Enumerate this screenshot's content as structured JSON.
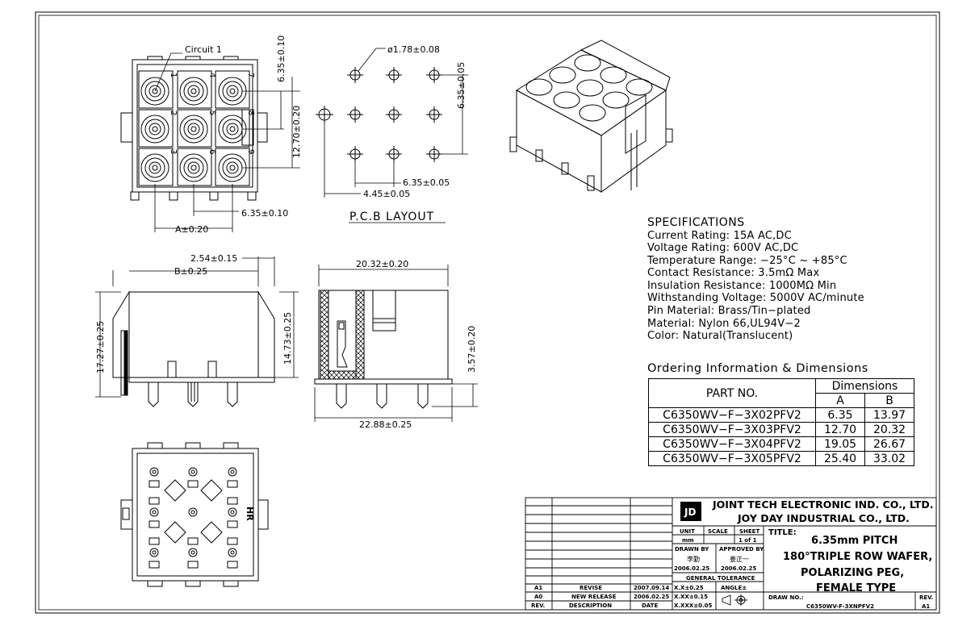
{
  "front_view": {
    "circuit_label": "Circuit 1",
    "pin_numbers": [
      "1",
      "2",
      "3",
      "4",
      "5",
      "6",
      "7",
      "8",
      "9"
    ],
    "dim_top": "6.35±0.10",
    "dim_right": "12.70±0.20",
    "dim_bottom": "6.35±0.10",
    "dim_a": "A±0.20"
  },
  "pcb_layout": {
    "hole": "ø1.78±0.08",
    "dim_vertical": "6.35±0.05",
    "dim_horizontal": "6.35±0.05",
    "dim_offset": "4.45±0.05",
    "caption": "P.C.B LAYOUT"
  },
  "side_view": {
    "dim_peg": "2.54±0.15",
    "dim_b": "B±0.25",
    "dim_height": "17.27±0.25",
    "dim_body": "14.73±0.25"
  },
  "section_view": {
    "dim_width": "20.32±0.20",
    "dim_base": "22.88±0.25",
    "dim_tail": "3.57±0.20"
  },
  "bottom_view": {
    "mark": "HR"
  },
  "specifications": {
    "title": "SPECIFICATIONS",
    "lines": [
      "Current Rating: 15A AC,DC",
      "Voltage Rating: 600V AC,DC",
      "Temperature Range: −25°C ~ +85°C",
      "Contact Resistance: 3.5mΩ Max",
      "Insulation Resistance: 1000MΩ Min",
      "Withstanding Voltage: 5000V AC/minute",
      "Pin Material: Brass/Tin−plated",
      "Material: Nylon 66,UL94V−2",
      "Color: Natural(Translucent)"
    ]
  },
  "ordering": {
    "title": "Ordering Information & Dimensions",
    "col_part": "PART NO.",
    "col_dims": "Dimensions",
    "col_a": "A",
    "col_b": "B",
    "rows": [
      {
        "part": "C6350WV−F−3X02PFV2",
        "a": "6.35",
        "b": "13.97"
      },
      {
        "part": "C6350WV−F−3X03PFV2",
        "a": "12.70",
        "b": "20.32"
      },
      {
        "part": "C6350WV−F−3X04PFV2",
        "a": "19.05",
        "b": "26.67"
      },
      {
        "part": "C6350WV−F−3X05PFV2",
        "a": "25.40",
        "b": "33.02"
      }
    ]
  },
  "title_block": {
    "company1": "JOINT TECH ELECTRONIC IND. CO., LTD.",
    "company2": "JOY DAY INDUSTRIAL CO., LTD.",
    "unit_label": "UNIT",
    "unit_value": "mm",
    "scale_label": "SCALE",
    "sheet_label": "SHEET",
    "sheet_value": "1 of 1",
    "drawn_label": "DRAWN BY",
    "approved_label": "APPROVED BY",
    "drawn_name": "李勤",
    "approved_name": "姜正一",
    "drawn_date": "2006.02.25",
    "approved_date": "2006.02.25",
    "tolerance_label": "GENERAL TOLERANCE",
    "tol1": "X.X±0.25",
    "tol2": "X.XX±0.15",
    "tol3": "X.XXX±0.05",
    "angle_label": "ANGLE±",
    "title_label": "TITLE:",
    "title_lines": [
      "6.35mm PITCH",
      "180°TRIPLE ROW WAFER,",
      "POLARIZING PEG,",
      "FEMALE TYPE"
    ],
    "draw_no_label": "DRAW NO.:",
    "draw_no": "C6350WV-F-3XNPFV2",
    "rev_label": "REV.",
    "rev_value": "A1",
    "revisions": [
      {
        "rev": "A1",
        "desc": "REVISE",
        "date": "2007.09.14"
      },
      {
        "rev": "A0",
        "desc": "NEW RELEASE",
        "date": "2006.02.25"
      }
    ],
    "header_rev": "REV.",
    "header_desc": "DESCRIPTION",
    "header_date": "DATE"
  }
}
